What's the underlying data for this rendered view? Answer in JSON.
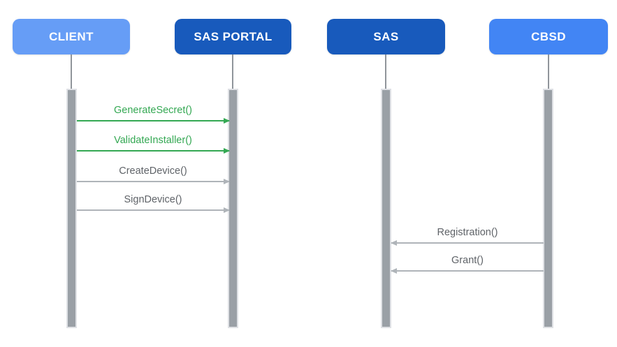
{
  "diagram": {
    "type": "sequence",
    "background": "#FFFFFF",
    "lifeline_color": "#9AA0A6",
    "actors": [
      {
        "name": "CLIENT",
        "color": "#669DF6",
        "text_color": "#FFFFFF"
      },
      {
        "name": "SAS PORTAL",
        "color": "#185ABC",
        "text_color": "#FFFFFF"
      },
      {
        "name": "SAS",
        "color": "#185ABC",
        "text_color": "#FFFFFF"
      },
      {
        "name": "CBSD",
        "color": "#4285F4",
        "text_color": "#FFFFFF"
      }
    ],
    "messages": [
      {
        "label": "GenerateSecret()",
        "from": "CLIENT",
        "to": "SAS PORTAL",
        "direction": "right",
        "text_color": "#34A853",
        "arrow_color": "#34A853"
      },
      {
        "label": "ValidateInstaller()",
        "from": "CLIENT",
        "to": "SAS PORTAL",
        "direction": "right",
        "text_color": "#34A853",
        "arrow_color": "#34A853"
      },
      {
        "label": "CreateDevice()",
        "from": "CLIENT",
        "to": "SAS PORTAL",
        "direction": "right",
        "text_color": "#5F6368",
        "arrow_color": "#AFB4B9"
      },
      {
        "label": "SignDevice()",
        "from": "CLIENT",
        "to": "SAS PORTAL",
        "direction": "right",
        "text_color": "#5F6368",
        "arrow_color": "#AFB4B9"
      },
      {
        "label": "Registration()",
        "from": "CBSD",
        "to": "SAS",
        "direction": "left",
        "text_color": "#5F6368",
        "arrow_color": "#AFB4B9"
      },
      {
        "label": "Grant()",
        "from": "CBSD",
        "to": "SAS",
        "direction": "left",
        "text_color": "#5F6368",
        "arrow_color": "#AFB4B9"
      }
    ]
  }
}
